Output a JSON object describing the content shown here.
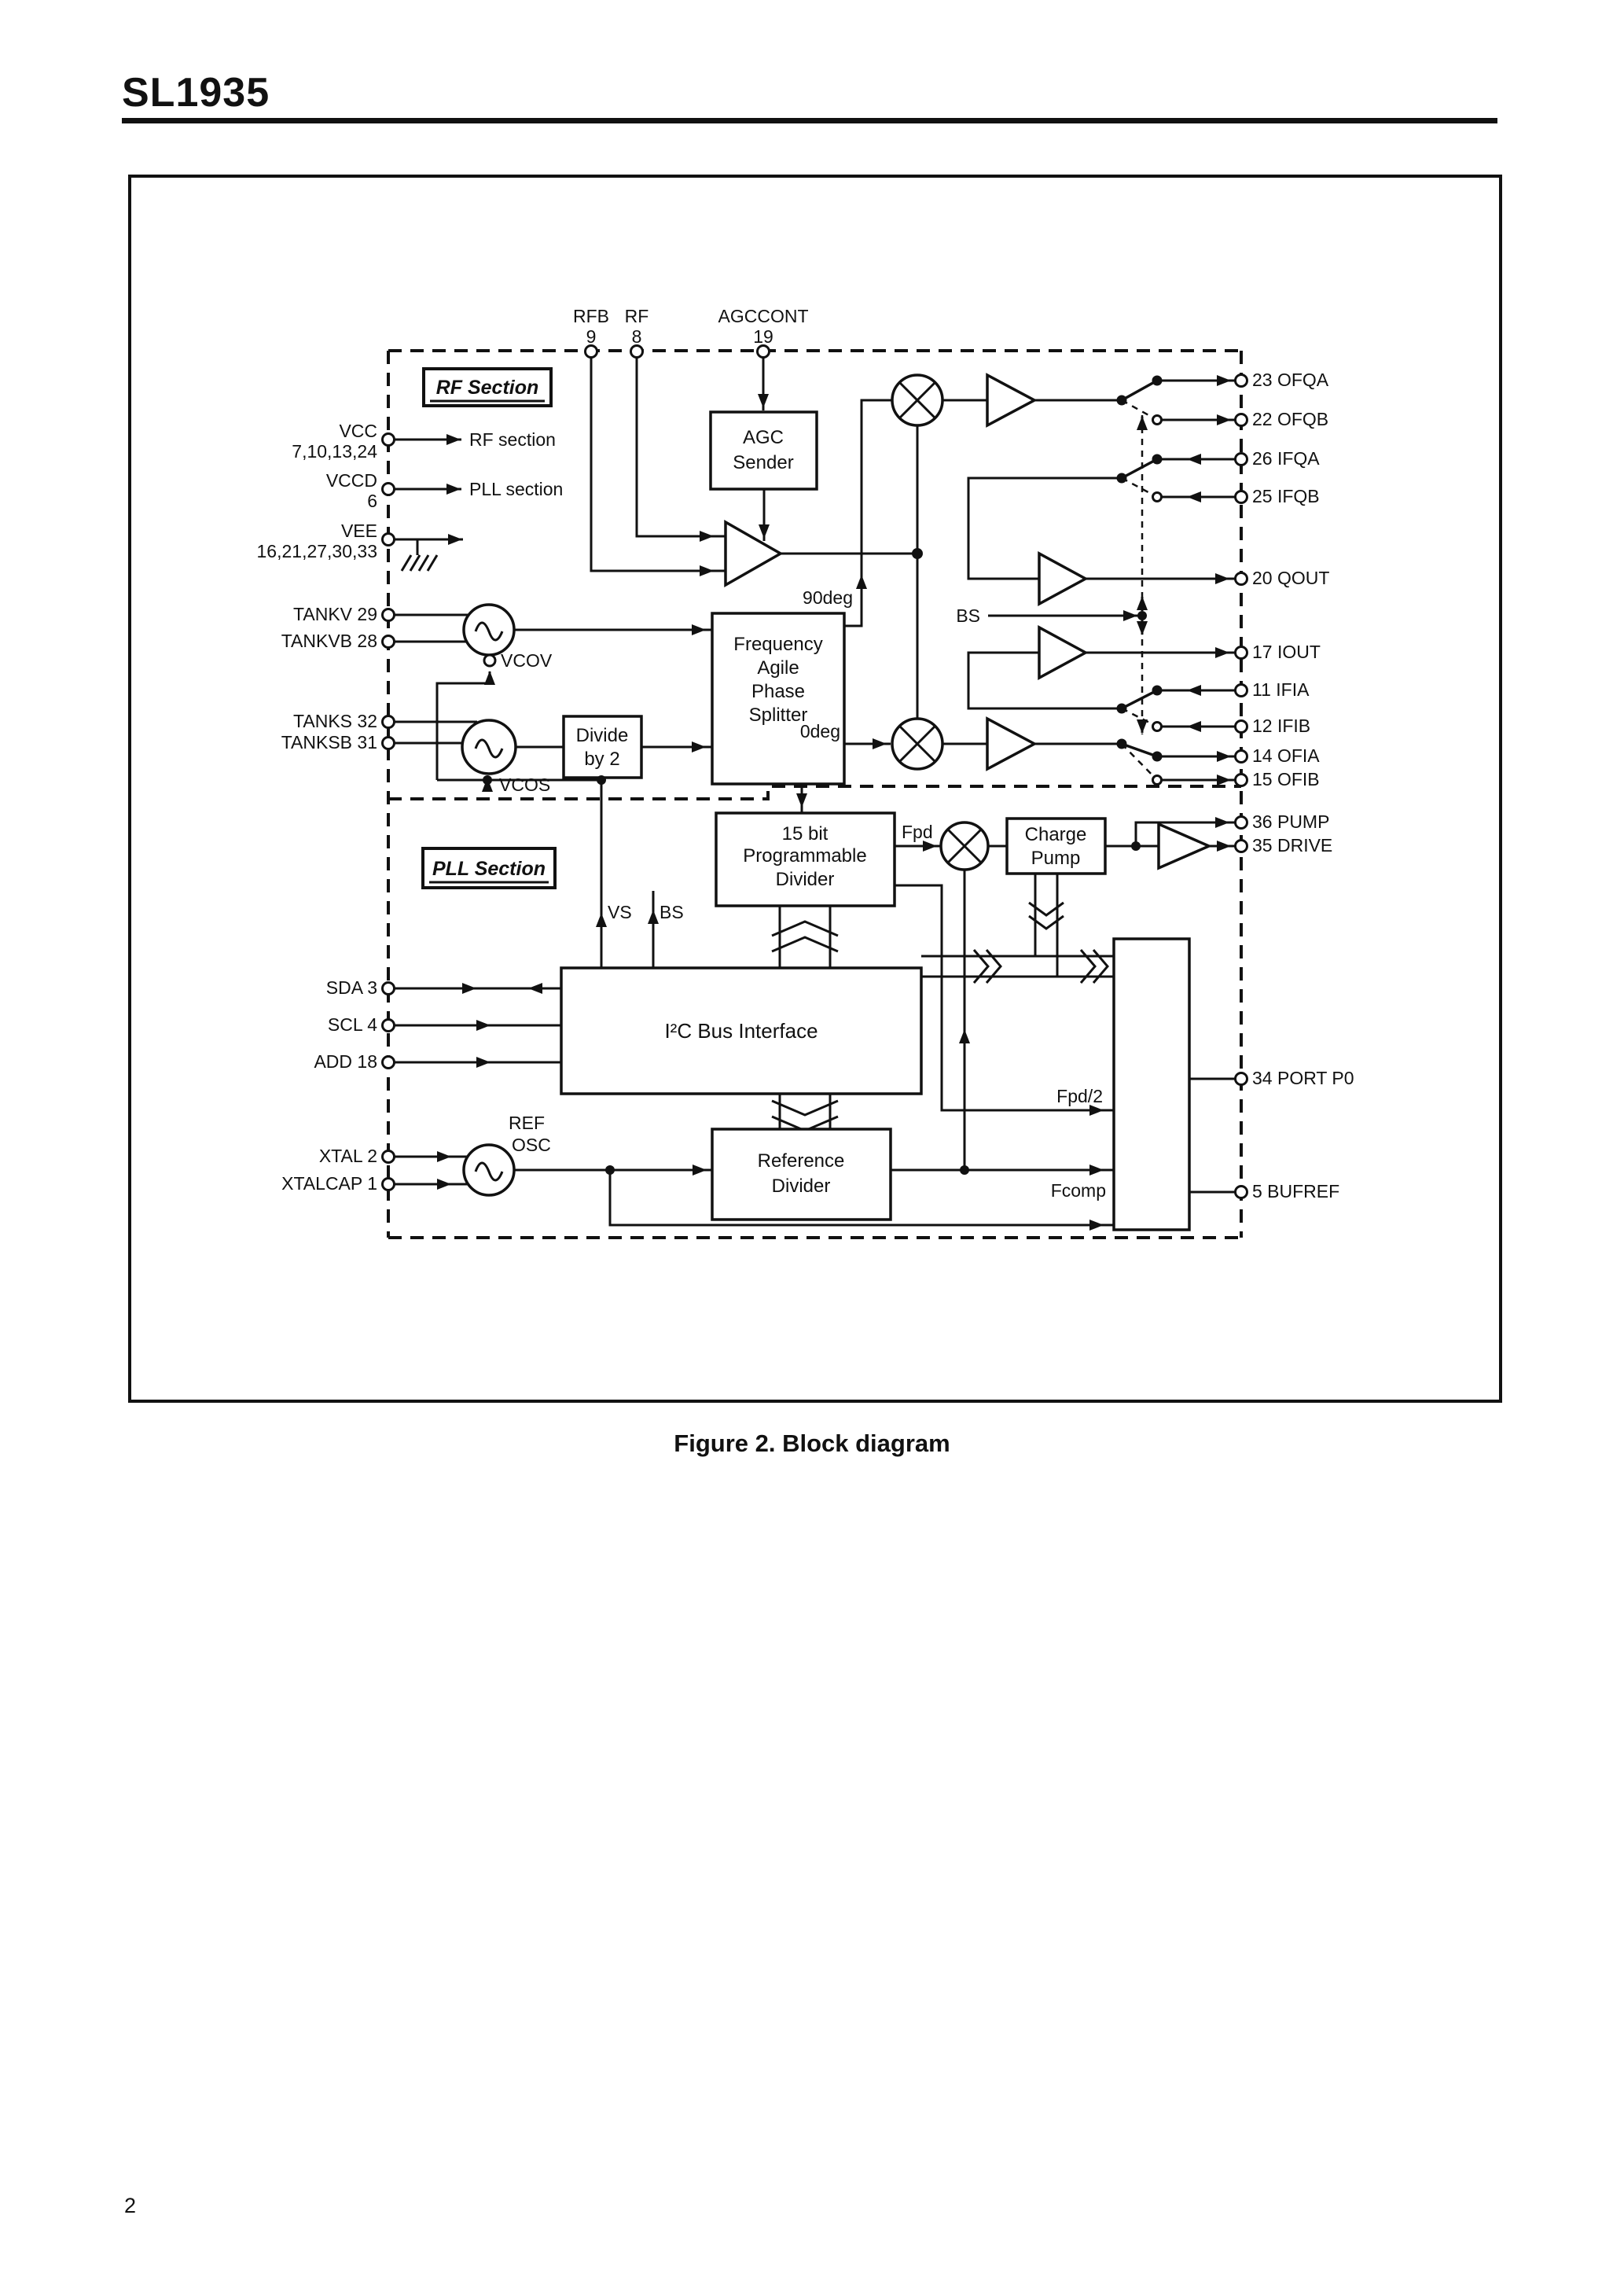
{
  "page": {
    "title": "SL1935",
    "figure_caption": "Figure 2.   Block diagram",
    "page_number": "2"
  },
  "sections": {
    "rf": "RF Section",
    "pll": "PLL Section"
  },
  "top_pins": [
    {
      "label": "RFB",
      "num": "9"
    },
    {
      "label": "RF",
      "num": "8"
    },
    {
      "label": "AGCCONT",
      "num": "19"
    }
  ],
  "left_pins": [
    {
      "label": "VCC",
      "pins": "7,10,13,24"
    },
    {
      "label": "VCCD",
      "pins": "6"
    },
    {
      "label": "VEE",
      "pins": "16,21,27,30,33"
    },
    {
      "label": "TANKV 29"
    },
    {
      "label": "TANKVB 28"
    },
    {
      "label": "TANKS 32"
    },
    {
      "label": "TANKSB 31"
    },
    {
      "label": "SDA 3"
    },
    {
      "label": "SCL 4"
    },
    {
      "label": "ADD 18"
    },
    {
      "label": "XTAL 2"
    },
    {
      "label": "XTALCAP 1"
    }
  ],
  "right_pins": [
    "23 OFQA",
    "22 OFQB",
    "26 IFQA",
    "25 IFQB",
    "20 QOUT",
    "17 IOUT",
    "11 IFIA",
    "12 IFIB",
    "14 OFIA",
    "15 OFIB",
    "36 PUMP",
    "35 DRIVE",
    "34 PORT P0",
    "5 BUFREF"
  ],
  "blocks": {
    "agc": [
      "AGC",
      "Sender"
    ],
    "splitter": [
      "Frequency",
      "Agile",
      "Phase",
      "Splitter"
    ],
    "divide_by_2": [
      "Divide",
      "by 2"
    ],
    "prog_divider": [
      "15 bit",
      "Programmable",
      "Divider"
    ],
    "i2c": "I²C Bus Interface",
    "ref_divider": [
      "Reference",
      "Divider"
    ],
    "charge_pump": [
      "Charge",
      "Pump"
    ]
  },
  "signals": {
    "rf_dest": "RF section",
    "pll_dest": "PLL section",
    "vcov": "VCOV",
    "vcos": "VCOS",
    "deg90": "90deg",
    "deg0": "0deg",
    "bs_rf": "BS",
    "vs": "VS",
    "bs_pll": "BS",
    "fpd": "Fpd",
    "fpd2": "Fpd/2",
    "fcomp": "Fcomp",
    "ref": "REF",
    "osc": "OSC"
  }
}
